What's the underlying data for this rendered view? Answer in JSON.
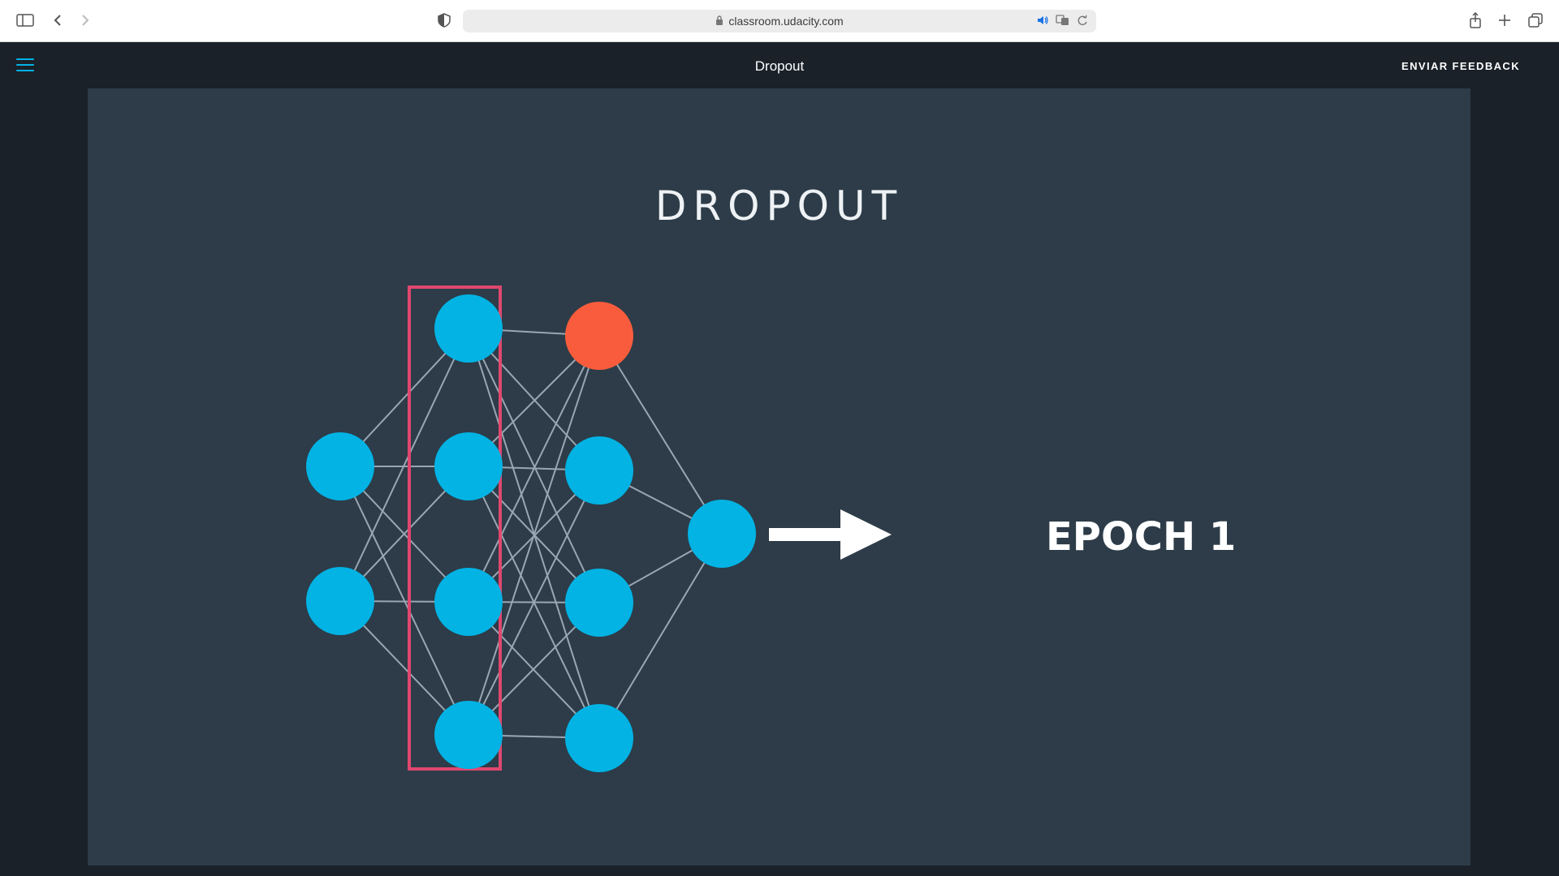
{
  "browser": {
    "url": "classroom.udacity.com",
    "icons": [
      "sidebar-icon",
      "back-icon",
      "forward-icon",
      "shield-icon",
      "lock-icon",
      "speaker-icon",
      "translate-icon",
      "reload-icon",
      "share-icon",
      "new-tab-icon",
      "tabs-overview-icon"
    ]
  },
  "header": {
    "title": "Dropout",
    "feedback_label": "ENVIAR FEEDBACK"
  },
  "video": {
    "title": "DROPOUT",
    "epoch_label": "EPOCH 1",
    "colors": {
      "node": "#02b3e4",
      "dropped_node": "#f95c3c",
      "highlight_box": "#e0476f",
      "edge": "#9aa7b3",
      "background": "#2d3c48"
    }
  }
}
